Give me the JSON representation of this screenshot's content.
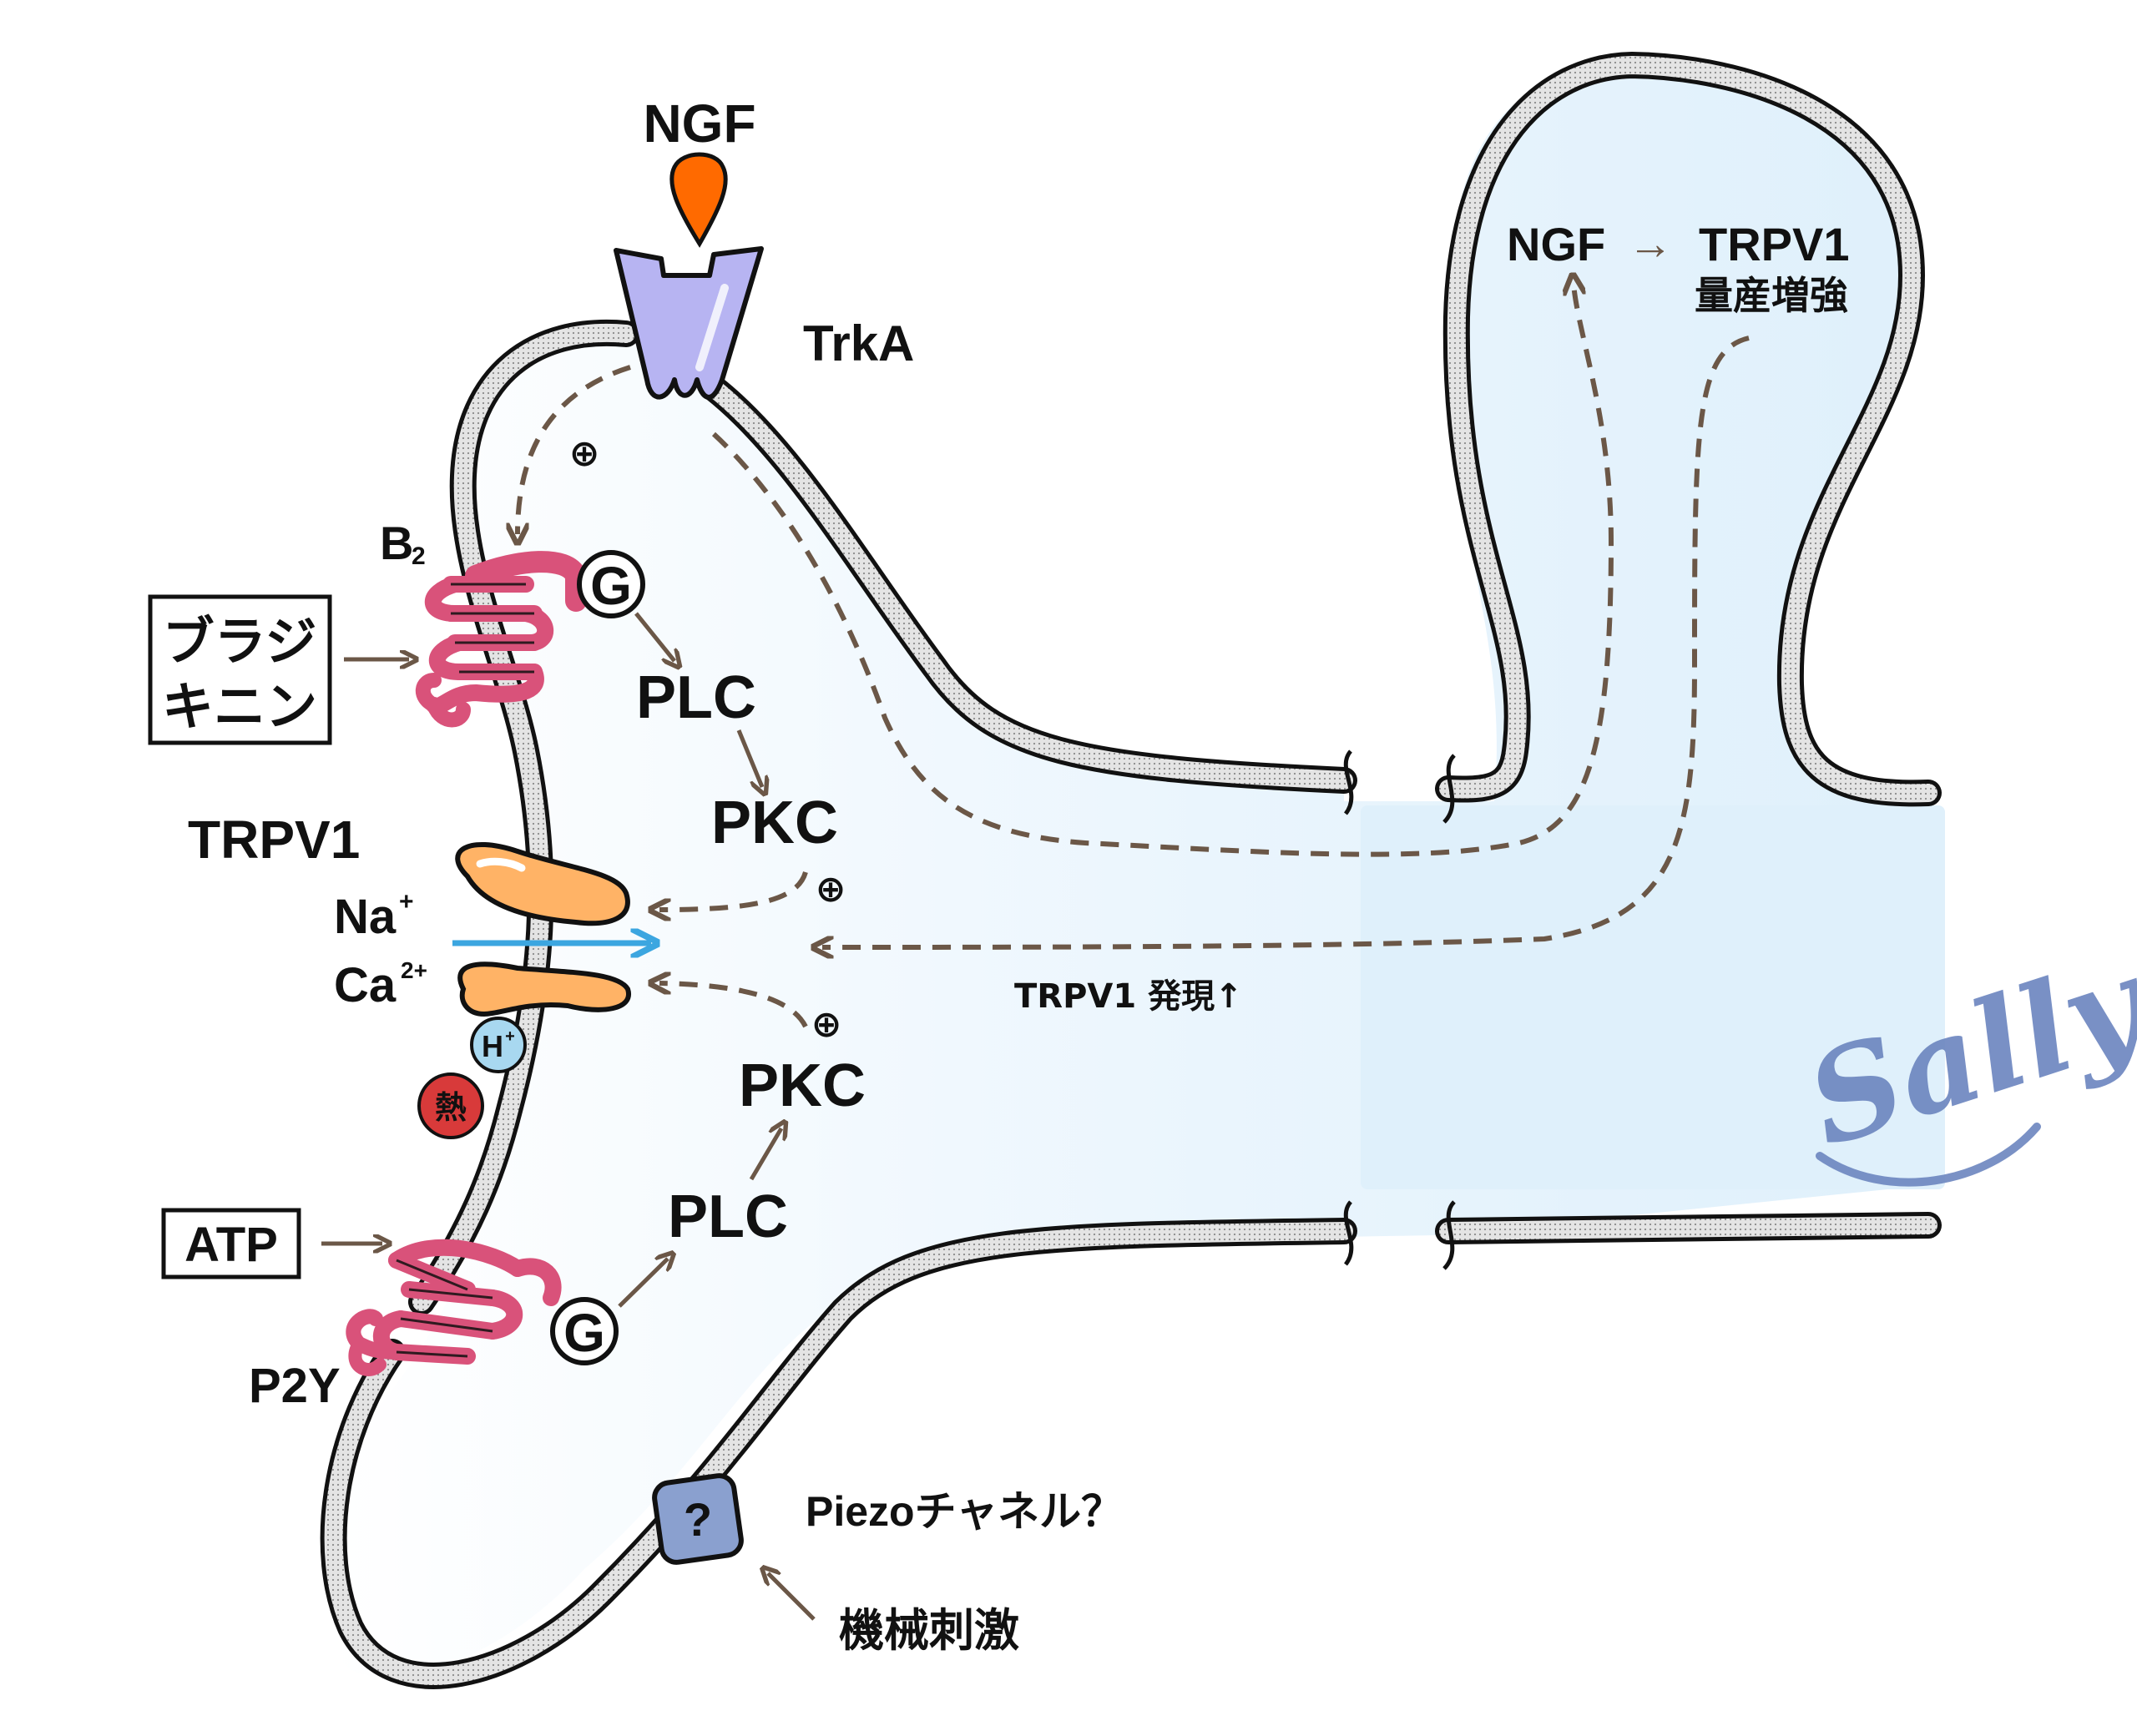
{
  "labels": {
    "ngf_top": "NGF",
    "trka": "TrkA",
    "b2": "B",
    "b2_sub": "2",
    "bradykinin_line1": "ブラジ",
    "bradykinin_line2": "キニン",
    "g_upper": "G",
    "plc_upper": "PLC",
    "pkc_upper": "PKC",
    "trpv1": "TRPV1",
    "na": "Na",
    "na_sup": "+",
    "ca": "Ca",
    "ca_sup": "2+",
    "h": "H",
    "h_sup": "+",
    "heat": "熱",
    "pkc_lower": "PKC",
    "plc_lower": "PLC",
    "atp": "ATP",
    "g_lower": "G",
    "p2y": "P2Y",
    "piezo_symbol": "?",
    "piezo": "Piezoチャネル？",
    "mechanical": "機械刺激",
    "ngf_right": "NGF",
    "arrow_right": "→",
    "trpv1_right": "TRPV1",
    "production": "量産増強",
    "expression": "TRPV1 発現↑",
    "plus_1": "⊕",
    "plus_2": "⊕",
    "plus_3": "⊕",
    "signature": "Sally"
  },
  "colors": {
    "membrane": "#111111",
    "membrane_fill": "#dcdcdc",
    "cytoplasm": "#e6f3fc",
    "gpcr": "#d9527a",
    "trka": "#b7b4f2",
    "ngf_ligand": "#ff6a00",
    "trpv1": "#ffb366",
    "ion_flow": "#3ca6e0",
    "h_ion": "#a8d8f0",
    "heat": "#d83a3a",
    "piezo": "#8aa0cf",
    "signal_arrow": "#6b5747",
    "signature": "#6b85bf"
  }
}
